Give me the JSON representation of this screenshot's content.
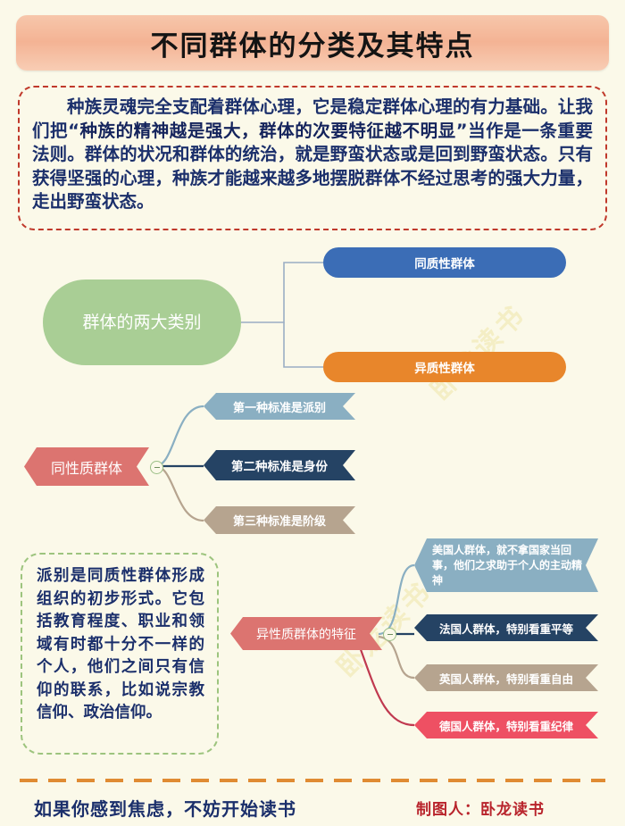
{
  "page": {
    "background_color": "#fbf9e9",
    "watermarks": [
      "卧龙读书",
      "卧龙读书"
    ]
  },
  "header": {
    "title": "不同群体的分类及其特点",
    "background_color": "#f4b394"
  },
  "intro": {
    "text_before": "种族灵魂完全支配着群体心理，它是稳定群体心理的有力基础。让我们把“",
    "text_bold": "种族的精神越是强大，群体的次要特征越不明显",
    "text_after": "”当作是一条重要法则。群体的状况和群体的统治，就是野蛮状态或是回到野蛮状态。只有获得坚强的心理，种族才能越来越多地摆脱群体不经过思考的强大力量，走出野蛮状态。",
    "text_color": "#1b2f6b",
    "border_color": "#c0392b"
  },
  "mindmap": {
    "root": {
      "label": "群体的两大类别",
      "color": "#a9ce95"
    },
    "root_children": [
      {
        "label": "同质性群体",
        "color": "#3b6db6"
      },
      {
        "label": "异质性群体",
        "color": "#e8862b"
      }
    ],
    "branch_homogeneous": {
      "label": "同性质群体",
      "color": "#dc7470",
      "toggle": "collapse-toggle",
      "children": [
        {
          "label": "第一种标准是派别",
          "color": "#8aafc2"
        },
        {
          "label": "第二种标准是身份",
          "color": "#254364"
        },
        {
          "label": "第三种标准是阶级",
          "color": "#b6a48f"
        }
      ]
    },
    "branch_heterogeneous": {
      "label": "异性质群体的特征",
      "color": "#dc7470",
      "toggle": "collapse-toggle",
      "children": [
        {
          "label": "美国人群体，就不拿国家当回事，他们之求助于个人的主动精神",
          "color": "#8aafc2"
        },
        {
          "label": "法国人群体，特别看重平等",
          "color": "#254364"
        },
        {
          "label": "英国人群体，特别看重自由",
          "color": "#b6a48f"
        },
        {
          "label": "德国人群体，特别看重纪律",
          "color": "#ee5063"
        }
      ]
    }
  },
  "note": {
    "text": "派别是同质性群体形成组织的初步形式。它包括教育程度、职业和领域有时都十分不一样的个人，他们之间只有信仰的联系，比如说宗教信仰、政治信仰。",
    "border_color": "#9dc47e",
    "text_color": "#1b2f6b"
  },
  "footer": {
    "slogan": "如果你感到焦虑，不妨开始读书",
    "credit": "制图人：卧龙读书",
    "rule_color": "#e08b33",
    "credit_color": "#b8232b"
  }
}
